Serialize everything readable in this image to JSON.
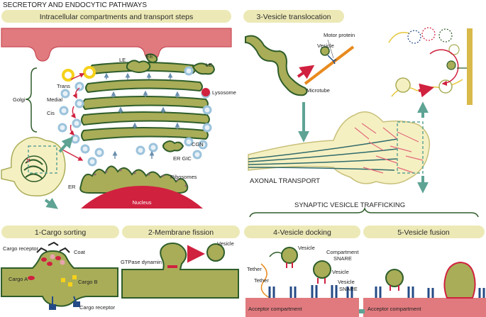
{
  "title": "SECRETORY AND ENDOCYTIC PATHWAYS",
  "panels": {
    "intracellular": "Intracellular compartments and transport steps",
    "translocation": "3-Vesicle translocation",
    "cargo_sorting": "1-Cargo sorting",
    "membrane_fission": "2-Membrane fission",
    "vesicle_docking": "4-Vesicle docking",
    "vesicle_fusion": "5-Vesicle fusion"
  },
  "labels": {
    "le1": "LE",
    "ee": "EE",
    "le2": "LE",
    "trans": "Trans",
    "medial": "Medial",
    "cis": "Cis",
    "golgi": "Golgi",
    "lysosome": "Lysosome",
    "cgn": "CGN",
    "er_gic": "ER GIC",
    "ribosomes": "Ribosomes",
    "er": "ER",
    "nucleus": "Nucleus",
    "motor_protein": "Motor protein",
    "vesicle": "Vesicle",
    "microtube": "Microtube",
    "axonal_transport": "AXONAL TRANSPORT",
    "synaptic": "SYNAPTIC VESICLE TRAFFICKING",
    "cargo_receptor_top": "Cargo receptor",
    "coat": "Coat",
    "cargo_a": "Cargo A",
    "cargo_b": "Cargo B",
    "cargo_receptor_bottom": "Cargo receptor",
    "gtpase": "GTPase dynamin",
    "vesicle_fission": "Vesicle",
    "tether1": "Tether",
    "tether2": "Tether",
    "vesicle_dock": "Vesicle",
    "compartment": "Compartment",
    "snare1": "SNARE",
    "vesicle_mid": "Vesicle",
    "vesicle_label": "Vesicle",
    "snare2": "SNARE",
    "acceptor1": "Acceptor compartment",
    "acceptor2": "Acceptor compartment"
  },
  "colors": {
    "membrane_fill": "#a9ad58",
    "membrane_stroke": "#2f5d2a",
    "header_bg": "#ece9b6",
    "plasma_red": "#e07a7e",
    "nucleus_red": "#d0213f",
    "arrow_red": "#d0213f",
    "arrow_teal": "#5ea394",
    "vesicle_blue": "#b7d4e4",
    "vesicle_yellow": "#f5d11a",
    "axon_yellow": "#f5f0c2",
    "snare_blue": "#244b86",
    "orange": "#e88a1e"
  }
}
